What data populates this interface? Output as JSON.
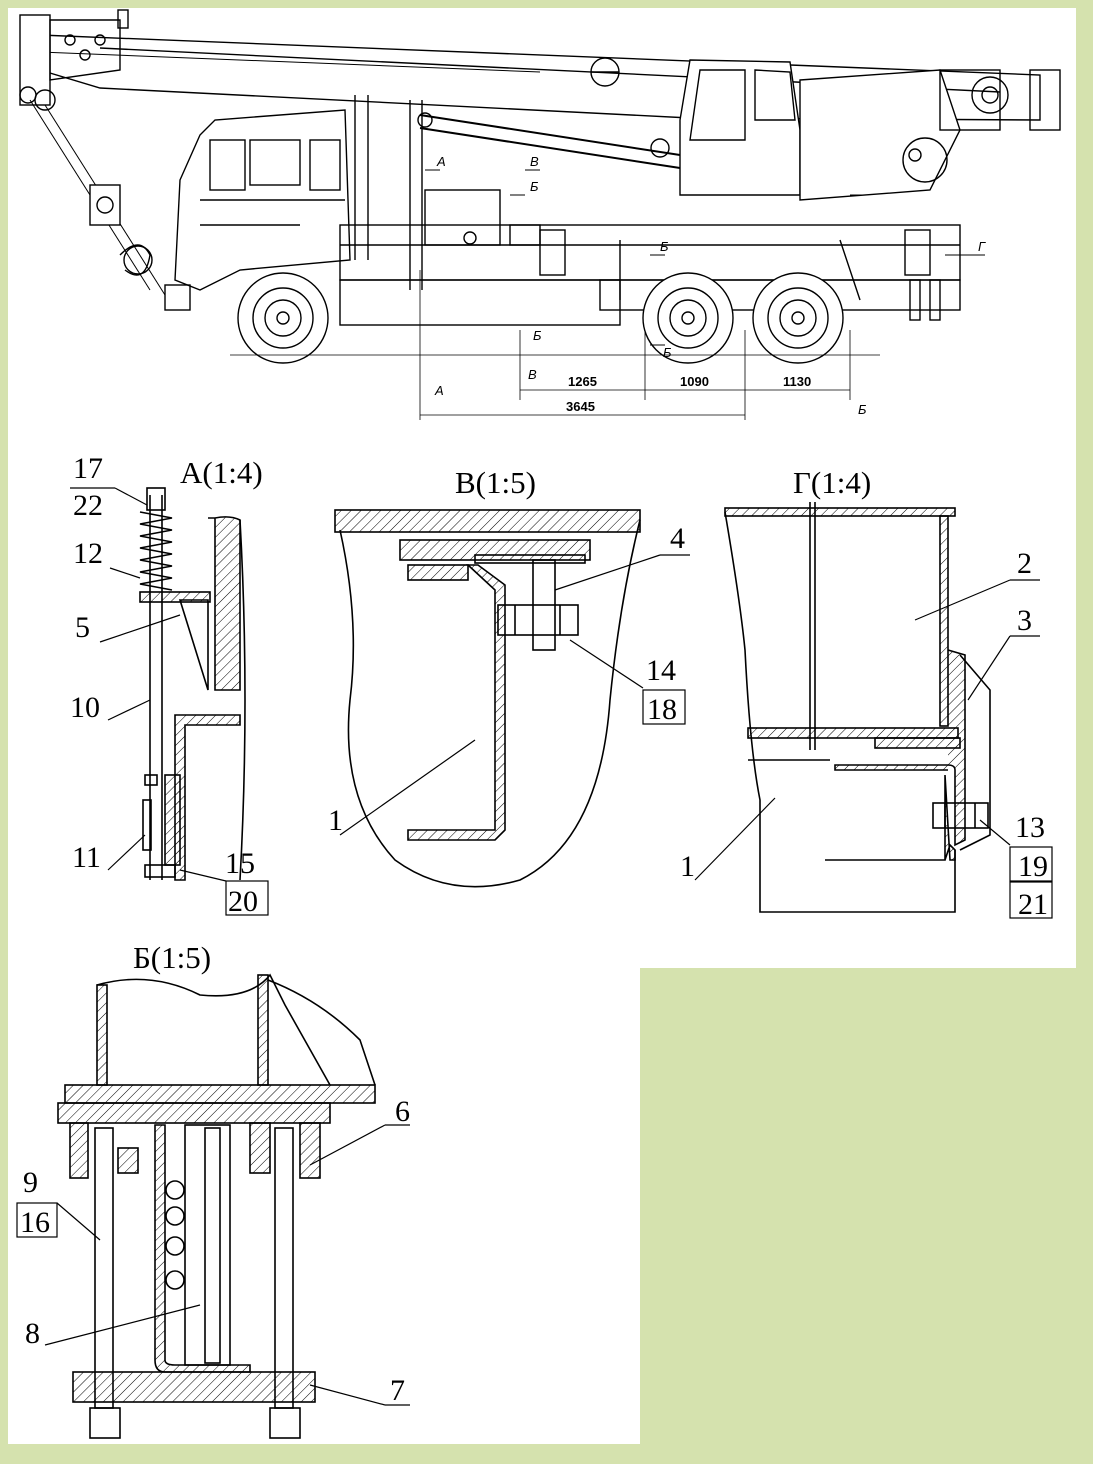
{
  "drawing": {
    "dimensions": [
      "1265",
      "1090",
      "1130",
      "3645"
    ],
    "section_marks": [
      "А",
      "А",
      "В",
      "В",
      "Б",
      "Б",
      "Б",
      "Б",
      "Б",
      "Г"
    ],
    "views": {
      "A": {
        "title": "А(1:4)",
        "callouts": [
          "17",
          "22",
          "12",
          "5",
          "10",
          "11",
          "15",
          "20"
        ]
      },
      "V": {
        "title": "В(1:5)",
        "callouts": [
          "4",
          "14",
          "18",
          "1"
        ]
      },
      "G": {
        "title": "Г(1:4)",
        "callouts": [
          "2",
          "3",
          "13",
          "19",
          "21",
          "1"
        ]
      },
      "B": {
        "title": "Б(1:5)",
        "callouts": [
          "6",
          "9",
          "16",
          "8",
          "7"
        ]
      }
    }
  }
}
